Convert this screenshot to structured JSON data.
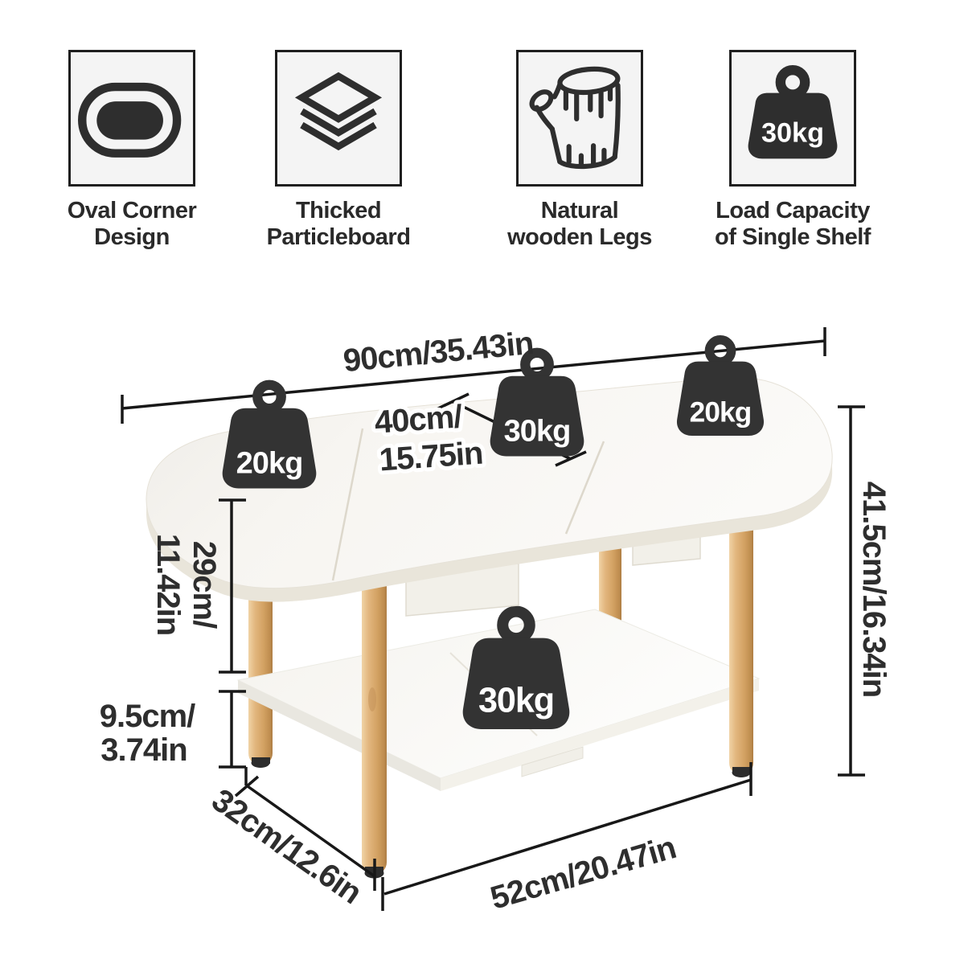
{
  "features": [
    {
      "line1": "Oval Corner",
      "line2": "Design"
    },
    {
      "line1": "Thicked",
      "line2": "Particleboard"
    },
    {
      "line1": "Natural",
      "line2": "wooden Legs"
    },
    {
      "line1": "Load Capacity",
      "line2": "of Single Shelf",
      "icon_text": "30kg"
    }
  ],
  "weights": {
    "top_left": "20kg",
    "top_center": "30kg",
    "top_right": "20kg",
    "shelf": "30kg"
  },
  "dimensions": {
    "length": "90cm/35.43in",
    "leaf_line1": "40cm/",
    "leaf_line2": "15.75in",
    "height": "41.5cm/16.34in",
    "tier_gap_line1": "29cm/",
    "tier_gap_line2": "11.42in",
    "ground_clearance_line1": "9.5cm/",
    "ground_clearance_line2": "3.74in",
    "depth": "32cm/12.6in",
    "shelf_length": "52cm/20.47in"
  },
  "colors": {
    "ink": "#2e2e2e",
    "badge": "#333333",
    "wood": "#d8a96e",
    "tabletop": "#f8f6f2",
    "dimension_line": "#181818"
  }
}
